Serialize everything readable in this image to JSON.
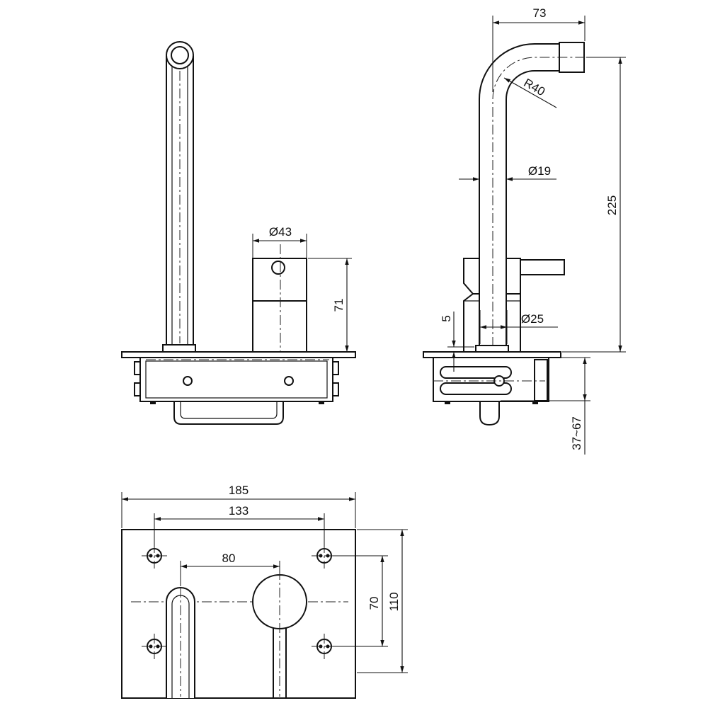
{
  "dimensions": {
    "front_handle_diameter": "Ø43",
    "front_handle_height": "71",
    "side_spout_reach": "73",
    "side_bend_radius": "R40",
    "side_spout_diameter": "Ø19",
    "side_spout_height": "225",
    "side_offset": "5",
    "side_collar_diameter": "Ø25",
    "side_depth_range": "37~67",
    "plan_plate_width": "185",
    "plan_hole_spacing_h": "133",
    "plan_outlet_spacing": "80",
    "plan_hole_spacing_v": "70",
    "plan_plate_height": "110"
  }
}
